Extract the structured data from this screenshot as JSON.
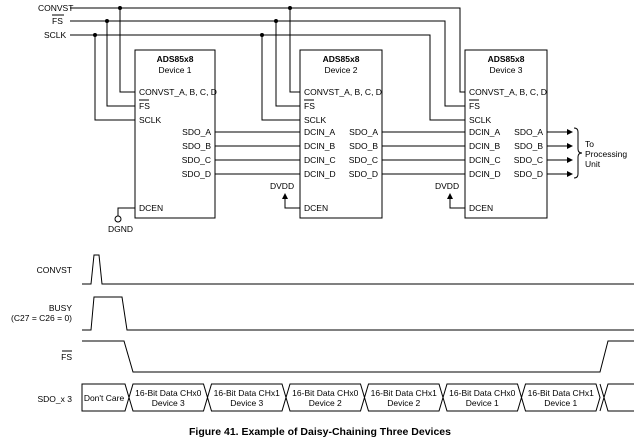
{
  "signals": {
    "convst": "CONVST",
    "fs": "FS",
    "sclk": "SCLK"
  },
  "devices": [
    {
      "part": "ADS85x8",
      "name": "Device 1"
    },
    {
      "part": "ADS85x8",
      "name": "Device 2"
    },
    {
      "part": "ADS85x8",
      "name": "Device 3"
    }
  ],
  "pins": {
    "convst": "CONVST_A, B, C, D",
    "fs": "FS",
    "sclk": "SCLK",
    "sdo": [
      "SDO_A",
      "SDO_B",
      "SDO_C",
      "SDO_D"
    ],
    "dcin": [
      "DCIN_A",
      "DCIN_B",
      "DCIN_C",
      "DCIN_D"
    ],
    "dcen": "DCEN"
  },
  "supply": {
    "dvdd": "DVDD",
    "dgnd": "DGND"
  },
  "output_label": [
    "To",
    "Processing",
    "Unit"
  ],
  "timing": {
    "convst_label": "CONVST",
    "busy_label": "BUSY",
    "busy_note": "(C27 = C26 = 0)",
    "fs_label": "FS",
    "sdo_label": "SDO_x 3",
    "dont_care": "Don't Care",
    "segments": [
      [
        "16-Bit Data CHx0",
        "Device 3"
      ],
      [
        "16-Bit Data CHx1",
        "Device 3"
      ],
      [
        "16-Bit Data CHx0",
        "Device 2"
      ],
      [
        "16-Bit Data CHx1",
        "Device 2"
      ],
      [
        "16-Bit Data CHx0",
        "Device 1"
      ],
      [
        "16-Bit Data CHx1",
        "Device 1"
      ]
    ]
  },
  "caption": "Figure 41.  Example of Daisy-Chaining Three Devices"
}
